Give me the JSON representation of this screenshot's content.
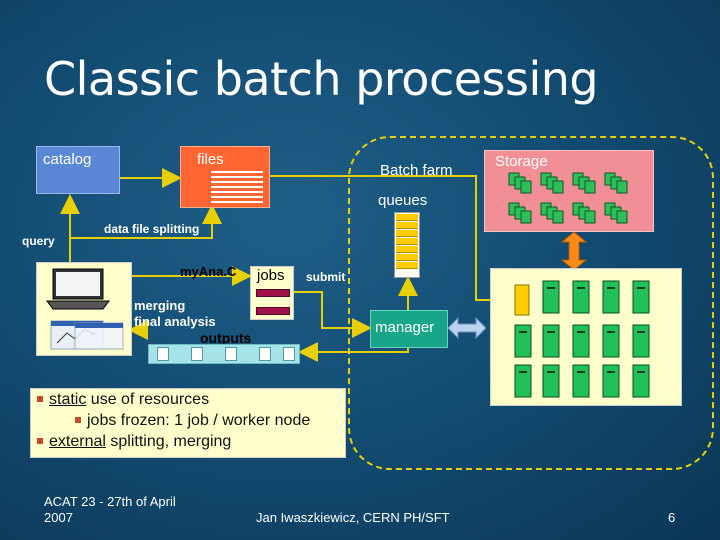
{
  "slide": {
    "title": "Classic batch processing",
    "page_number": "6"
  },
  "diagram": {
    "catalog": "catalog",
    "files": "files",
    "batch_farm": "Batch farm",
    "storage": "Storage",
    "queues": "queues",
    "query": "query",
    "data_file_splitting": "data file splitting",
    "macro": "myAna.C",
    "jobs": "jobs",
    "submit": "submit",
    "merging": "merging",
    "final_analysis": "final analysis",
    "outputs": "outputs",
    "manager": "manager"
  },
  "bullets": {
    "b1_prefix": "",
    "b1_underlined": "static",
    "b1_rest": " use of resources",
    "b1_sub": "jobs frozen: 1 job / worker node",
    "b2_underlined": "external",
    "b2_rest": " splitting, merging"
  },
  "footer": {
    "left_line1": "ACAT 23 - 27th of April",
    "left_line2": "2007",
    "center": "Jan Iwaszkiewicz, CERN PH/SFT"
  },
  "colors": {
    "background": "#134d74",
    "catalog": "#5b88d6",
    "files": "#ff6633",
    "storage": "#f08f95",
    "manager": "#19a58a",
    "connector": "#e8d000",
    "highlight_box": "#ffffcc",
    "job_bar": "#a0114a"
  },
  "icons": {
    "laptop": "laptop-icon",
    "storage_disk": "disk-stack-icon",
    "worker_node": "server-tower-icon",
    "double_arrow": "double-arrow-icon"
  }
}
